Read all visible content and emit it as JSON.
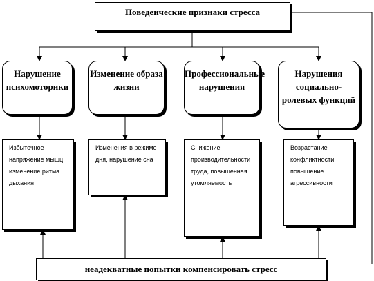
{
  "diagram": {
    "title": "Поведенческие признаки стресса",
    "categories": [
      {
        "id": "psychomotor",
        "label": "Нарушение психомоторики",
        "detail": "Избыточное напряжение мышц, изменение ритма дыхания"
      },
      {
        "id": "lifestyle",
        "label": "Изменение образа жизни",
        "detail": "Изменения в режиме дня, нарушение сна"
      },
      {
        "id": "professional",
        "label": "Профессиональные нарушения",
        "detail": "Снижение производительности труда, повышенная утомляемость"
      },
      {
        "id": "social",
        "label": "Нарушения социально-ролевых функций",
        "detail": "Возрастание конфликтности, повышение агрессивности"
      }
    ],
    "footer": "неадекватные попытки компенсировать стресс"
  }
}
